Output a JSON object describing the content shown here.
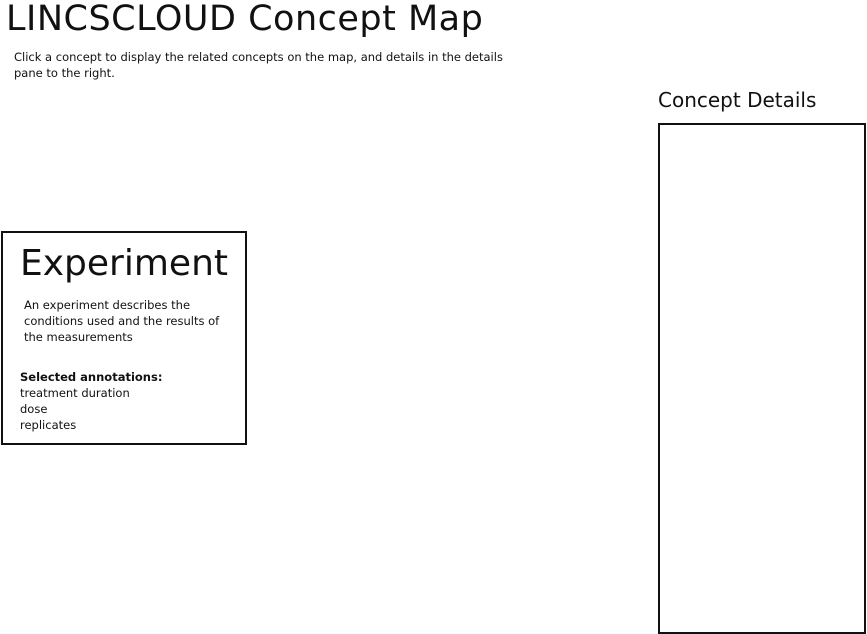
{
  "header": {
    "title": "LINCSCLOUD Concept Map",
    "instructions": "Click a concept to display the related concepts on the map, and details in the details pane to the right."
  },
  "concept_card": {
    "title": "Experiment",
    "description": "An experiment describes the conditions used and the results of the measurements",
    "annotations_label": "Selected annotations:",
    "annotations": [
      "treatment duration",
      "dose",
      "replicates"
    ]
  },
  "details_pane": {
    "heading": "Concept Details"
  }
}
